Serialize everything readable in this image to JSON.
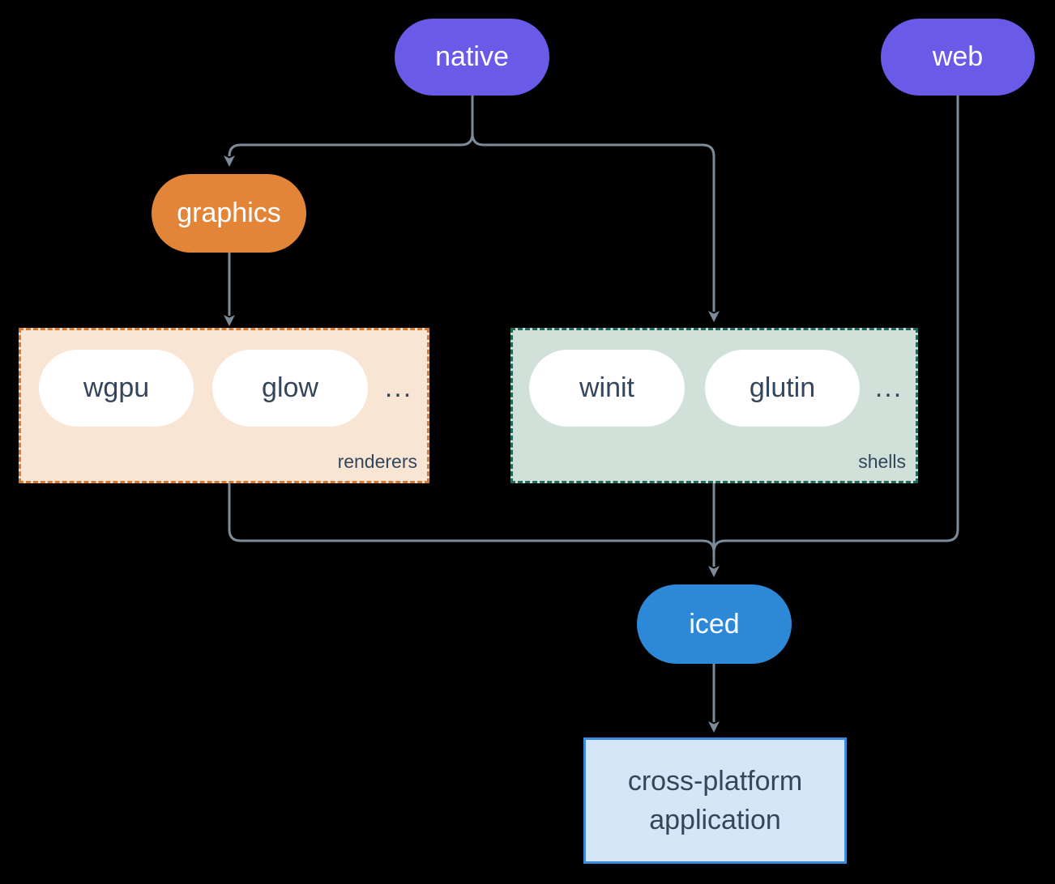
{
  "nodes": {
    "native": {
      "label": "native"
    },
    "web": {
      "label": "web"
    },
    "graphics": {
      "label": "graphics"
    },
    "iced": {
      "label": "iced"
    },
    "application": {
      "label": "cross-platform application"
    }
  },
  "groups": {
    "renderers": {
      "label": "renderers",
      "items": [
        "wgpu",
        "glow"
      ],
      "ellipsis": "..."
    },
    "shells": {
      "label": "shells",
      "items": [
        "winit",
        "glutin"
      ],
      "ellipsis": "..."
    }
  },
  "edges": [
    {
      "from": "native",
      "to": "graphics"
    },
    {
      "from": "native",
      "to": "shells"
    },
    {
      "from": "graphics",
      "to": "renderers"
    },
    {
      "from": "renderers",
      "to": "iced"
    },
    {
      "from": "shells",
      "to": "iced"
    },
    {
      "from": "web",
      "to": "iced"
    },
    {
      "from": "iced",
      "to": "application"
    }
  ],
  "colors": {
    "background": "#000000",
    "native_web": "#695AE8",
    "graphics": "#E28539",
    "renderers_bg": "#F9E5D4",
    "renderers_border": "#D97A2E",
    "shells_bg": "#D1E0D9",
    "shells_border": "#20695B",
    "item_bg": "#FFFFFF",
    "iced": "#2D88D7",
    "app_bg": "#D5E6F7",
    "app_border": "#3B8CDB",
    "connector": "#7B8B9A",
    "text_dark": "#33465B",
    "text_light": "#FFFFFF"
  }
}
